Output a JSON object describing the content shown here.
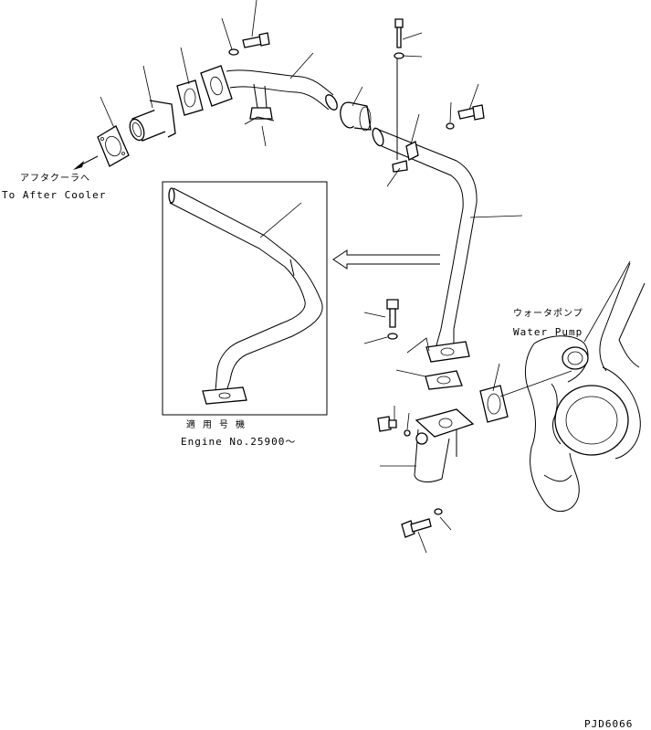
{
  "diagram": {
    "labels": {
      "after_cooler_jp": "アフタクーラへ",
      "after_cooler_en": "To After Cooler",
      "water_pump_jp": "ウォータポンプ",
      "water_pump_en": "Water Pump",
      "serial_jp": "適 用 号 機",
      "serial_en": "Engine No.25900～",
      "drawing_code": "PJD6066"
    },
    "icons": {
      "inset_arrow": "left-arrow-icon"
    },
    "colors": {
      "line": "#000000",
      "background": "#ffffff"
    }
  }
}
